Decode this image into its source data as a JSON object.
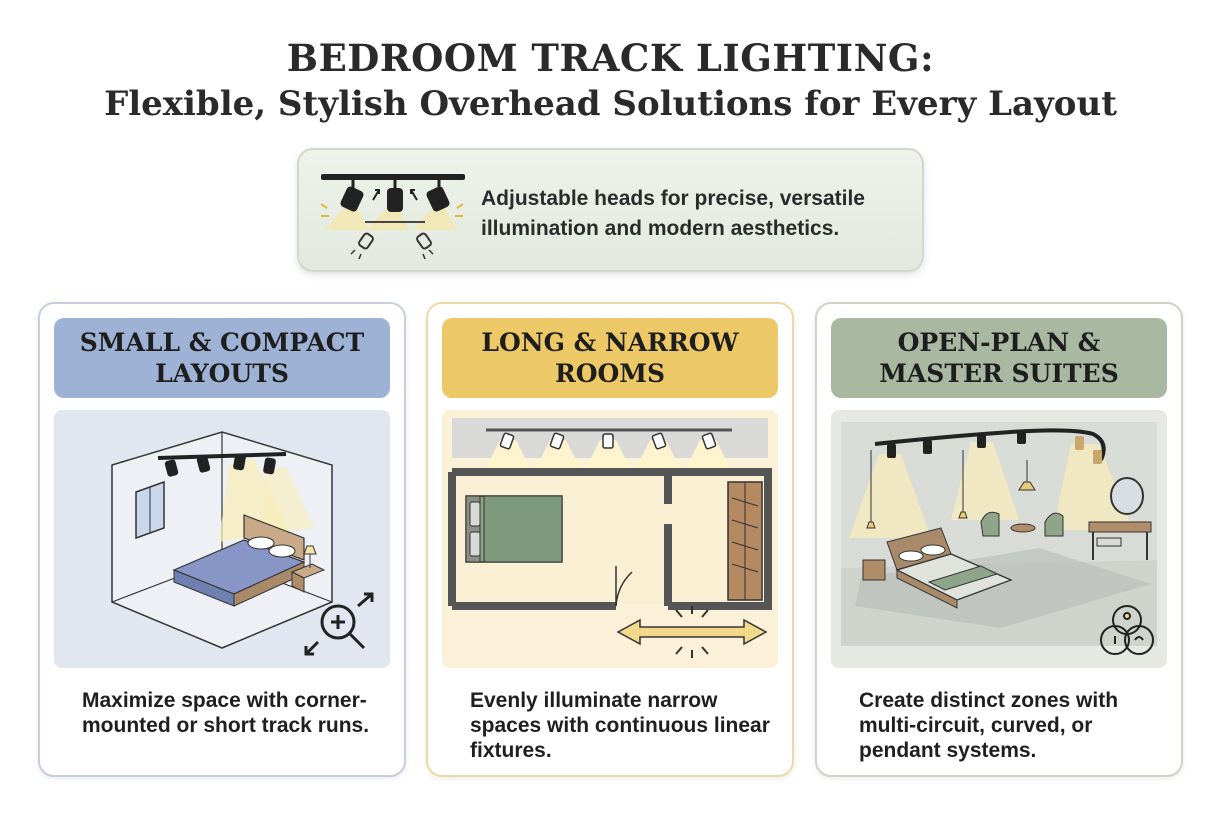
{
  "title": {
    "line1": "BEDROOM TRACK LIGHTING:",
    "line2": "Flexible, Stylish Overhead Solutions for Every Layout"
  },
  "banner": {
    "text": "Adjustable heads for precise, versatile illumination and modern aesthetics.",
    "icon": "track-light-icon"
  },
  "cards": [
    {
      "heading": "SMALL & COMPACT LAYOUTS",
      "description": "Maximize space with corner-mounted or short track runs.",
      "icon": "zoom-expand-icon",
      "color": "#9eb2d6"
    },
    {
      "heading": "LONG & NARROW ROOMS",
      "description": "Evenly illuminate narrow spaces with continuous linear fixtures.",
      "icon": "double-arrow-icon",
      "color": "#ecc966"
    },
    {
      "heading": "OPEN-PLAN & MASTER SUITES",
      "description": "Create distinct zones with multi-circuit, curved, or pendant systems.",
      "icon": "zones-venn-icon",
      "color": "#a9b8a1"
    }
  ]
}
